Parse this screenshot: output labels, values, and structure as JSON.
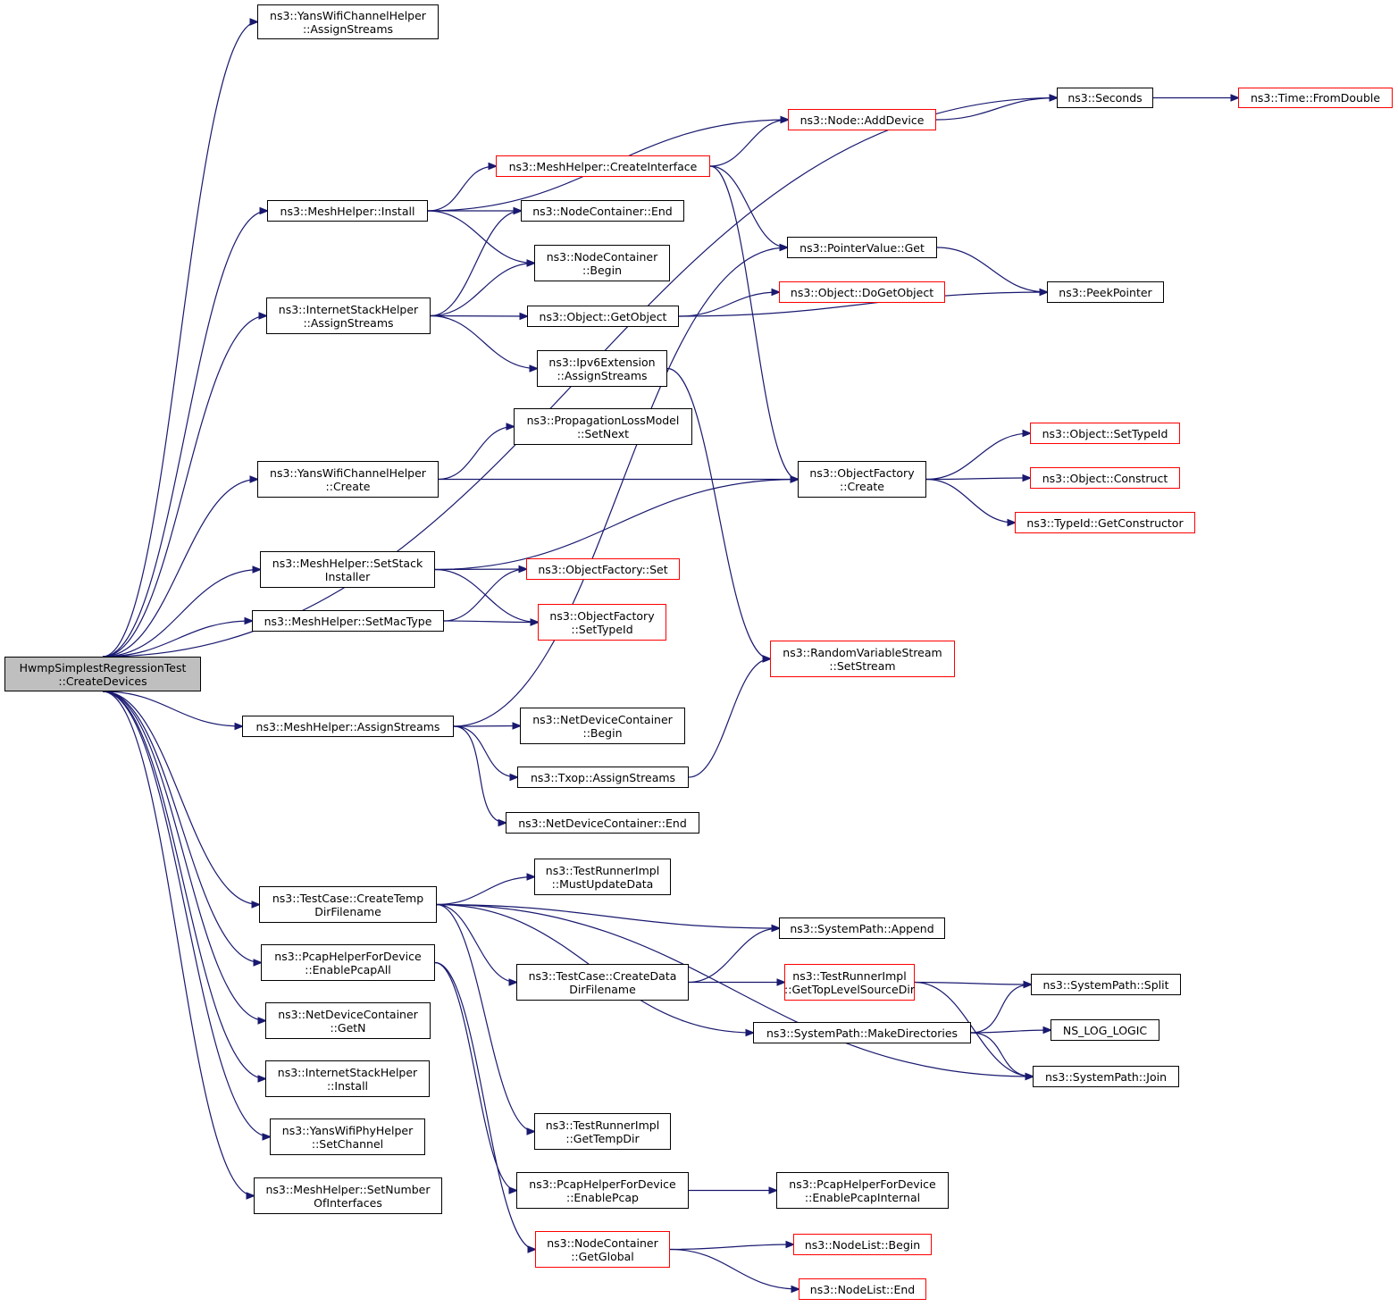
{
  "colors": {
    "edge": "#191970",
    "external_border": "#ff0000",
    "root_fill": "#bfbfbf"
  },
  "nodes": [
    {
      "id": "root",
      "lines": [
        "HwmpSimplestRegressionTest",
        "::CreateDevices"
      ],
      "kind": "root"
    },
    {
      "id": "yans_chan_assign",
      "lines": [
        "ns3::YansWifiChannelHelper",
        "::AssignStreams"
      ]
    },
    {
      "id": "seconds",
      "lines": [
        "ns3::Seconds"
      ]
    },
    {
      "id": "fromdouble",
      "lines": [
        "ns3::Time::FromDouble"
      ],
      "kind": "external"
    },
    {
      "id": "adddevice",
      "lines": [
        "ns3::Node::AddDevice"
      ],
      "kind": "external"
    },
    {
      "id": "createiface",
      "lines": [
        "ns3::MeshHelper::CreateInterface"
      ],
      "kind": "external"
    },
    {
      "id": "mesh_install",
      "lines": [
        "ns3::MeshHelper::Install"
      ]
    },
    {
      "id": "nc_end",
      "lines": [
        "ns3::NodeContainer::End"
      ]
    },
    {
      "id": "pv_get",
      "lines": [
        "ns3::PointerValue::Get"
      ]
    },
    {
      "id": "nc_begin",
      "lines": [
        "ns3::NodeContainer",
        "::Begin"
      ]
    },
    {
      "id": "peekptr",
      "lines": [
        "ns3::PeekPointer"
      ]
    },
    {
      "id": "dogetobject",
      "lines": [
        "ns3::Object::DoGetObject"
      ],
      "kind": "external"
    },
    {
      "id": "ish_assign",
      "lines": [
        "ns3::InternetStackHelper",
        "::AssignStreams"
      ]
    },
    {
      "id": "getobject",
      "lines": [
        "ns3::Object::GetObject"
      ]
    },
    {
      "id": "ipv6ext",
      "lines": [
        "ns3::Ipv6Extension",
        "::AssignStreams"
      ]
    },
    {
      "id": "proploss",
      "lines": [
        "ns3::PropagationLossModel",
        "::SetNext"
      ]
    },
    {
      "id": "settypeid_obj",
      "lines": [
        "ns3::Object::SetTypeId"
      ],
      "kind": "external"
    },
    {
      "id": "yans_create",
      "lines": [
        "ns3::YansWifiChannelHelper",
        "::Create"
      ]
    },
    {
      "id": "of_create",
      "lines": [
        "ns3::ObjectFactory",
        "::Create"
      ]
    },
    {
      "id": "construct",
      "lines": [
        "ns3::Object::Construct"
      ],
      "kind": "external"
    },
    {
      "id": "getctor",
      "lines": [
        "ns3::TypeId::GetConstructor"
      ],
      "kind": "external"
    },
    {
      "id": "setstack",
      "lines": [
        "ns3::MeshHelper::SetStack",
        "Installer"
      ]
    },
    {
      "id": "of_set",
      "lines": [
        "ns3::ObjectFactory::Set"
      ],
      "kind": "external"
    },
    {
      "id": "setmactype",
      "lines": [
        "ns3::MeshHelper::SetMacType"
      ]
    },
    {
      "id": "of_settypeid",
      "lines": [
        "ns3::ObjectFactory",
        "::SetTypeId"
      ],
      "kind": "external"
    },
    {
      "id": "rvs_setstream",
      "lines": [
        "ns3::RandomVariableStream",
        "::SetStream"
      ],
      "kind": "external"
    },
    {
      "id": "mesh_assign",
      "lines": [
        "ns3::MeshHelper::AssignStreams"
      ]
    },
    {
      "id": "ndc_begin",
      "lines": [
        "ns3::NetDeviceContainer",
        "::Begin"
      ]
    },
    {
      "id": "txop",
      "lines": [
        "ns3::Txop::AssignStreams"
      ]
    },
    {
      "id": "ndc_end",
      "lines": [
        "ns3::NetDeviceContainer::End"
      ]
    },
    {
      "id": "tri_must",
      "lines": [
        "ns3::TestRunnerImpl",
        "::MustUpdateData"
      ]
    },
    {
      "id": "tc_createtemp",
      "lines": [
        "ns3::TestCase::CreateTemp",
        "DirFilename"
      ]
    },
    {
      "id": "sp_append",
      "lines": [
        "ns3::SystemPath::Append"
      ]
    },
    {
      "id": "pcap_all",
      "lines": [
        "ns3::PcapHelperForDevice",
        "::EnablePcapAll"
      ]
    },
    {
      "id": "tc_createdata",
      "lines": [
        "ns3::TestCase::CreateData",
        "DirFilename"
      ]
    },
    {
      "id": "tri_gettop",
      "lines": [
        "ns3::TestRunnerImpl",
        "::GetTopLevelSourceDir"
      ],
      "kind": "external"
    },
    {
      "id": "sp_split",
      "lines": [
        "ns3::SystemPath::Split"
      ]
    },
    {
      "id": "ndc_getn",
      "lines": [
        "ns3::NetDeviceContainer",
        "::GetN"
      ]
    },
    {
      "id": "sp_mkdirs",
      "lines": [
        "ns3::SystemPath::MakeDirectories"
      ]
    },
    {
      "id": "ns_log",
      "lines": [
        "NS_LOG_LOGIC"
      ]
    },
    {
      "id": "ish_install",
      "lines": [
        "ns3::InternetStackHelper",
        "::Install"
      ]
    },
    {
      "id": "sp_join",
      "lines": [
        "ns3::SystemPath::Join"
      ]
    },
    {
      "id": "yans_phy",
      "lines": [
        "ns3::YansWifiPhyHelper",
        "::SetChannel"
      ]
    },
    {
      "id": "tri_gettemp",
      "lines": [
        "ns3::TestRunnerImpl",
        "::GetTempDir"
      ]
    },
    {
      "id": "setnumif",
      "lines": [
        "ns3::MeshHelper::SetNumber",
        "OfInterfaces"
      ]
    },
    {
      "id": "pcap_enable",
      "lines": [
        "ns3::PcapHelperForDevice",
        "::EnablePcap"
      ]
    },
    {
      "id": "pcap_internal",
      "lines": [
        "ns3::PcapHelperForDevice",
        "::EnablePcapInternal"
      ]
    },
    {
      "id": "nc_getglobal",
      "lines": [
        "ns3::NodeContainer",
        "::GetGlobal"
      ],
      "kind": "external"
    },
    {
      "id": "nl_begin",
      "lines": [
        "ns3::NodeList::Begin"
      ],
      "kind": "external"
    },
    {
      "id": "nl_end",
      "lines": [
        "ns3::NodeList::End"
      ],
      "kind": "external"
    }
  ],
  "edges": [
    [
      "root",
      "yans_chan_assign"
    ],
    [
      "root",
      "seconds"
    ],
    [
      "root",
      "mesh_install"
    ],
    [
      "root",
      "ish_assign"
    ],
    [
      "root",
      "yans_create"
    ],
    [
      "root",
      "setstack"
    ],
    [
      "root",
      "setmactype"
    ],
    [
      "root",
      "mesh_assign"
    ],
    [
      "root",
      "tc_createtemp"
    ],
    [
      "root",
      "pcap_all"
    ],
    [
      "root",
      "ndc_getn"
    ],
    [
      "root",
      "ish_install"
    ],
    [
      "root",
      "yans_phy"
    ],
    [
      "root",
      "setnumif"
    ],
    [
      "seconds",
      "fromdouble"
    ],
    [
      "adddevice",
      "seconds"
    ],
    [
      "mesh_install",
      "adddevice"
    ],
    [
      "mesh_install",
      "createiface"
    ],
    [
      "mesh_install",
      "nc_end"
    ],
    [
      "mesh_install",
      "nc_begin"
    ],
    [
      "createiface",
      "adddevice"
    ],
    [
      "createiface",
      "pv_get"
    ],
    [
      "createiface",
      "of_create"
    ],
    [
      "pv_get",
      "peekptr"
    ],
    [
      "ish_assign",
      "nc_end"
    ],
    [
      "ish_assign",
      "nc_begin"
    ],
    [
      "ish_assign",
      "getobject"
    ],
    [
      "ish_assign",
      "ipv6ext"
    ],
    [
      "getobject",
      "dogetobject"
    ],
    [
      "getobject",
      "peekptr"
    ],
    [
      "ipv6ext",
      "rvs_setstream"
    ],
    [
      "yans_create",
      "proploss"
    ],
    [
      "yans_create",
      "of_create"
    ],
    [
      "of_create",
      "settypeid_obj"
    ],
    [
      "of_create",
      "construct"
    ],
    [
      "of_create",
      "getctor"
    ],
    [
      "setstack",
      "of_create"
    ],
    [
      "setstack",
      "of_set"
    ],
    [
      "setstack",
      "of_settypeid"
    ],
    [
      "setmactype",
      "of_set"
    ],
    [
      "setmactype",
      "of_settypeid"
    ],
    [
      "mesh_assign",
      "pv_get"
    ],
    [
      "mesh_assign",
      "ndc_begin"
    ],
    [
      "mesh_assign",
      "txop"
    ],
    [
      "mesh_assign",
      "ndc_end"
    ],
    [
      "txop",
      "rvs_setstream"
    ],
    [
      "tc_createtemp",
      "tri_must"
    ],
    [
      "tc_createtemp",
      "sp_append"
    ],
    [
      "tc_createtemp",
      "tc_createdata"
    ],
    [
      "tc_createtemp",
      "sp_mkdirs"
    ],
    [
      "tc_createtemp",
      "sp_join"
    ],
    [
      "tc_createtemp",
      "tri_gettemp"
    ],
    [
      "tc_createdata",
      "sp_append"
    ],
    [
      "tc_createdata",
      "tri_gettop"
    ],
    [
      "tri_gettop",
      "sp_split"
    ],
    [
      "tri_gettop",
      "sp_join"
    ],
    [
      "sp_mkdirs",
      "sp_split"
    ],
    [
      "sp_mkdirs",
      "ns_log"
    ],
    [
      "sp_mkdirs",
      "sp_join"
    ],
    [
      "pcap_all",
      "pcap_enable"
    ],
    [
      "pcap_all",
      "nc_getglobal"
    ],
    [
      "pcap_enable",
      "pcap_internal"
    ],
    [
      "nc_getglobal",
      "nl_begin"
    ],
    [
      "nc_getglobal",
      "nl_end"
    ]
  ]
}
